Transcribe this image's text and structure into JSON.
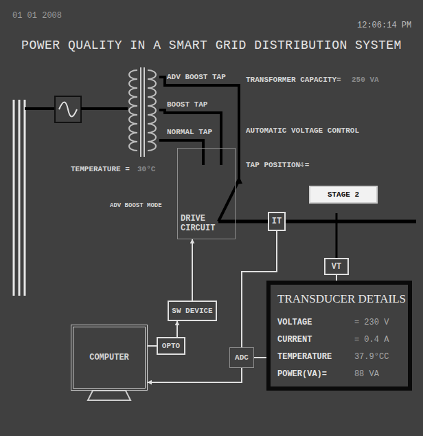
{
  "diagram": {
    "title": "POWER QUALITY IN A SMART GRID DISTRIBUTION SYSTEM",
    "nodes": [
      {
        "text": [
          "STAGE 2"
        ]
      },
      {
        "text": [
          "DRIVE CIRCUIT"
        ]
      },
      {
        "text": [
          "IT"
        ]
      },
      {
        "text": [
          "VT"
        ]
      },
      {
        "text": [
          "TRANSDUCER DETAILS",
          "VOLTAGE",
          "= 230 V",
          "CURRENT",
          "= 0.4 A",
          "TEMPERATURE",
          "37.9°CC",
          "POWER(VA)=",
          "88 VA"
        ]
      },
      {
        "text": [
          "SW DEVICE"
        ]
      },
      {
        "text": [
          "COMPUTER"
        ]
      },
      {
        "text": [
          "OPTO"
        ]
      },
      {
        "text": [
          "ADC"
        ]
      }
    ],
    "edges": [
      {
        "from": 5,
        "to": 1,
        "arrow": "to"
      },
      {
        "from": 7,
        "to": 5,
        "arrow": "to"
      },
      {
        "from": 6,
        "to": 7,
        "arrow": "none"
      },
      {
        "from": 8,
        "to": 6,
        "arrow": "to"
      },
      {
        "from": 2,
        "to": 8,
        "arrow": "none"
      },
      {
        "from": 3,
        "to": 4,
        "arrow": "none"
      },
      {
        "from": 4,
        "to": 8,
        "arrow": "none"
      },
      {
        "from": 1,
        "to": 2,
        "arrow": "none"
      }
    ],
    "labels": [
      "01 01 2008",
      "12:06:14 PM",
      "ADV BOOST TAP",
      "BOOST TAP",
      "NORMAL TAP",
      "TRANSFORMER CAPACITY=",
      "250 VA",
      "AUTOMATIC VOLTAGE CONTROL",
      "TEMPERATURE =",
      "30°C",
      "TAP POSITION =",
      "4",
      "ADV BOOST MODE"
    ]
  }
}
